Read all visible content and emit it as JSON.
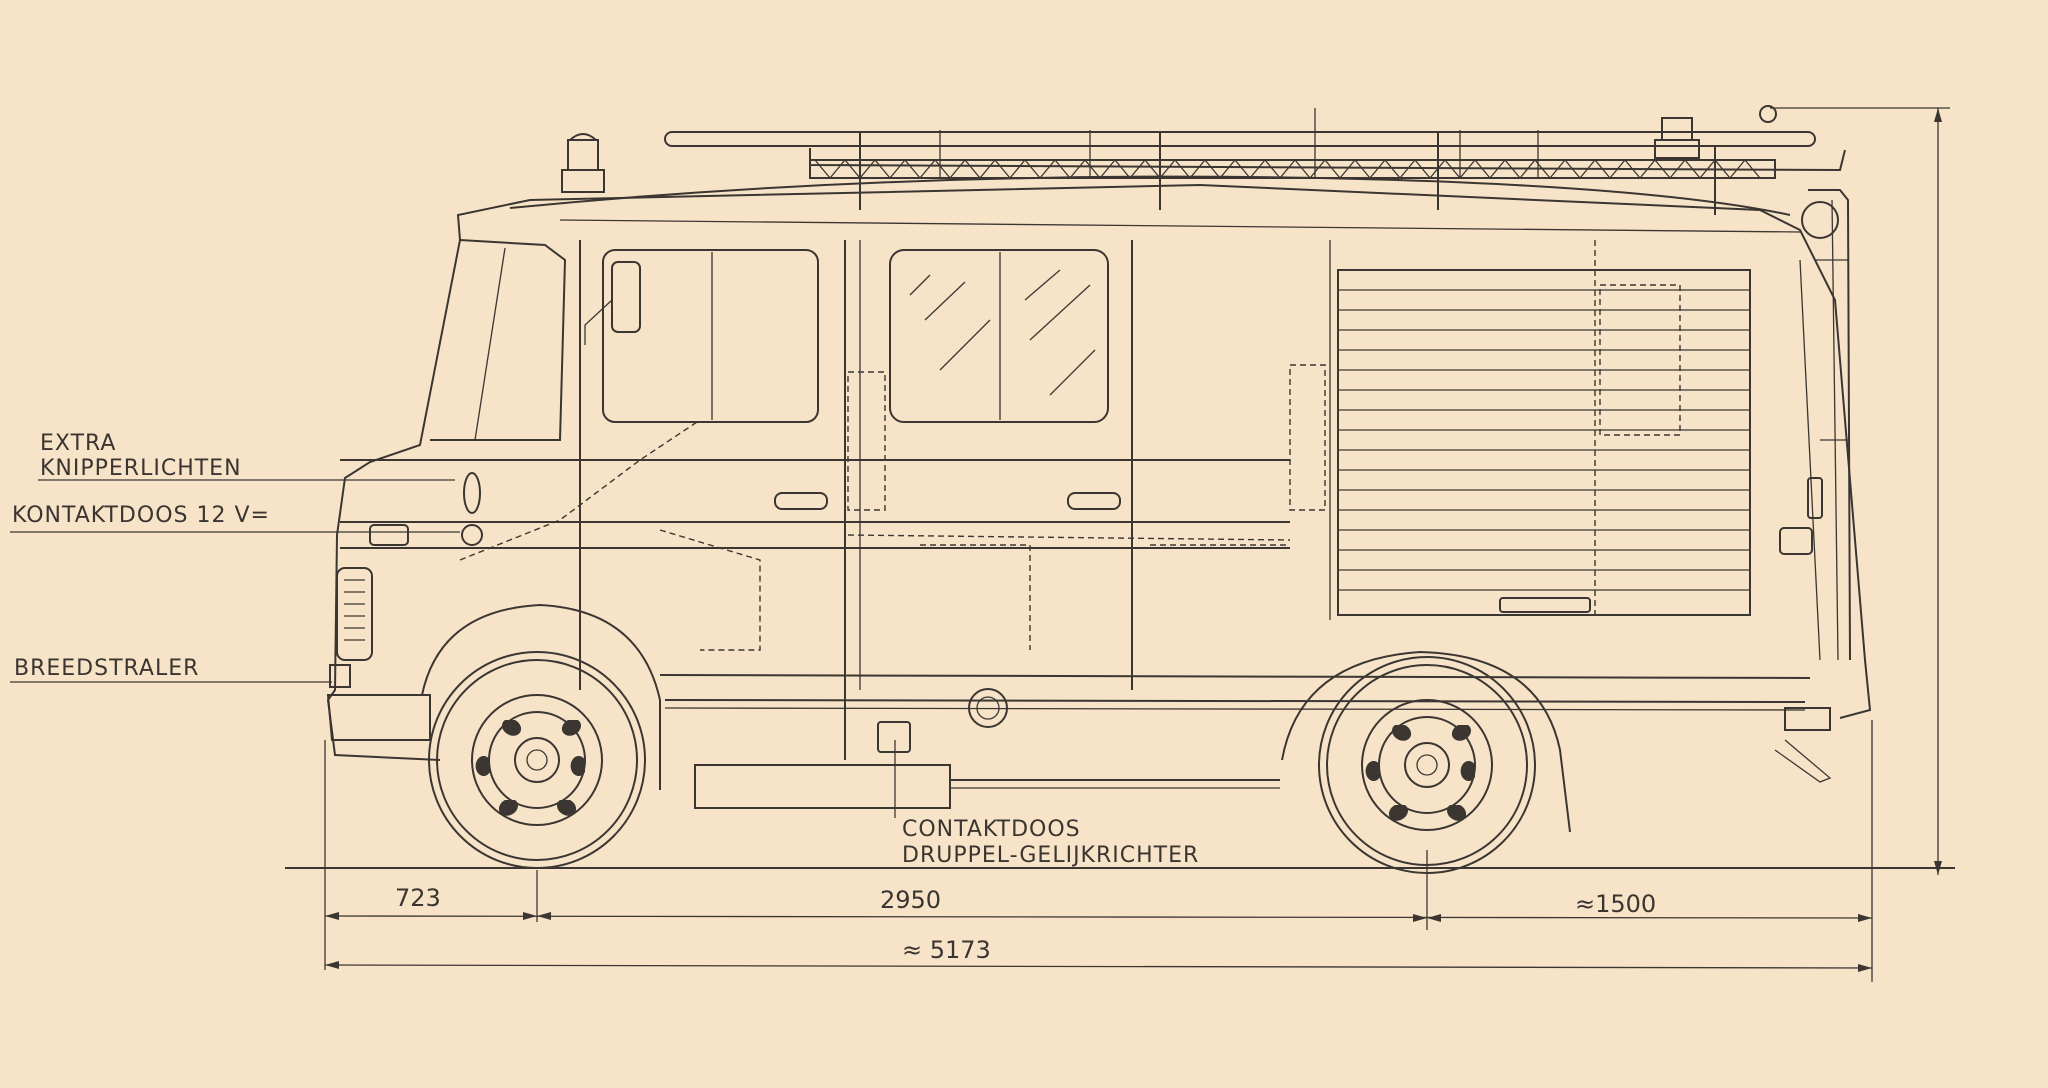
{
  "labels": {
    "extra_1": "EXTRA",
    "extra_2": "KNIPPERLICHTEN",
    "kontaktdoos": "KONTAKTDOOS 12 V=",
    "breedstraler": "BREEDSTRALER",
    "contaktdoos_1": "CONTAKTDOOS",
    "contaktdoos_2": "DRUPPEL-GELIJKRICHTER"
  },
  "dimensions": {
    "front_overhang": "723",
    "wheelbase": "2950",
    "rear_overhang": "≈1500",
    "total_length": "≈ 5173"
  },
  "colors": {
    "paper": "#f7e4c8",
    "ink": "#3b3632"
  }
}
